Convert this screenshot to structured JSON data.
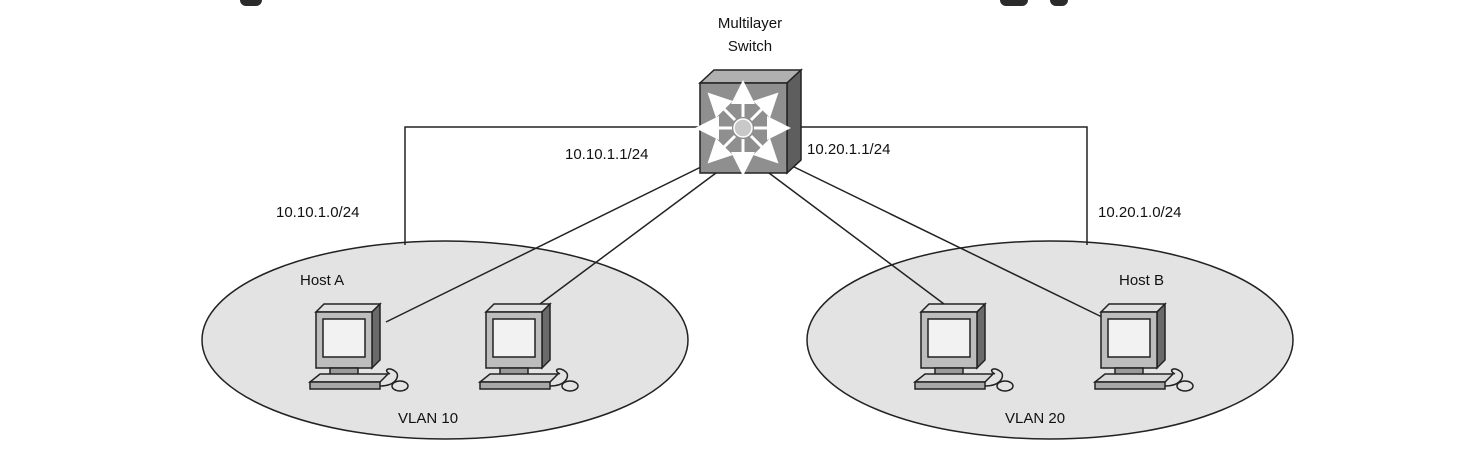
{
  "switch": {
    "label_line1": "Multilayer",
    "label_line2": "Switch",
    "icon": "multilayer-switch-icon"
  },
  "links": {
    "gateway_vlan10": "10.10.1.1/24",
    "gateway_vlan20": "10.20.1.1/24",
    "subnet_vlan10": "10.10.1.0/24",
    "subnet_vlan20": "10.20.1.0/24"
  },
  "vlans": [
    {
      "name": "VLAN 10",
      "host_label": "Host A",
      "fill": "#e3e3e3"
    },
    {
      "name": "VLAN 20",
      "host_label": "Host B",
      "fill": "#e3e3e3"
    }
  ],
  "colors": {
    "line": "#222222",
    "switch_face": "#8f8f8f",
    "switch_side": "#5e5e5e",
    "monitor_body": "#bdbdbd",
    "screen": "#f2f2f2"
  }
}
